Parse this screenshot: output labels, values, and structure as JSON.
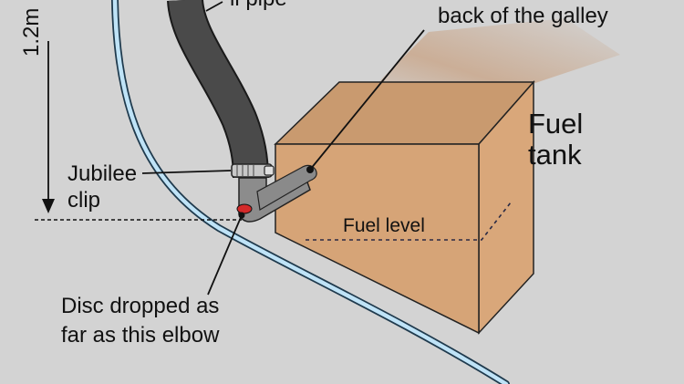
{
  "labels": {
    "height_label": "1.2m",
    "pipe_label_partial": "ll pipe",
    "galley_label": "back of the galley",
    "fuel_tank_line1": "Fuel",
    "fuel_tank_line2": "tank",
    "jubilee_line1": "Jubilee",
    "jubilee_line2": "clip",
    "fuel_level": "Fuel level",
    "disc_line1": "Disc dropped as",
    "disc_line2": "far as this elbow"
  },
  "colors": {
    "background": "#d3d3d3",
    "hull_line": "#bfe3f7",
    "hull_outline": "#1f3a4d",
    "fuel_pipe": "#4a4a4a",
    "fuel_tank_front": "#d6a477",
    "fuel_tank_top": "#c49066",
    "fuel_tank_side": "#d9a77a",
    "elbow": "#8c8c8c",
    "disc": "#d42a2a",
    "clip": "#c8c8c8"
  }
}
